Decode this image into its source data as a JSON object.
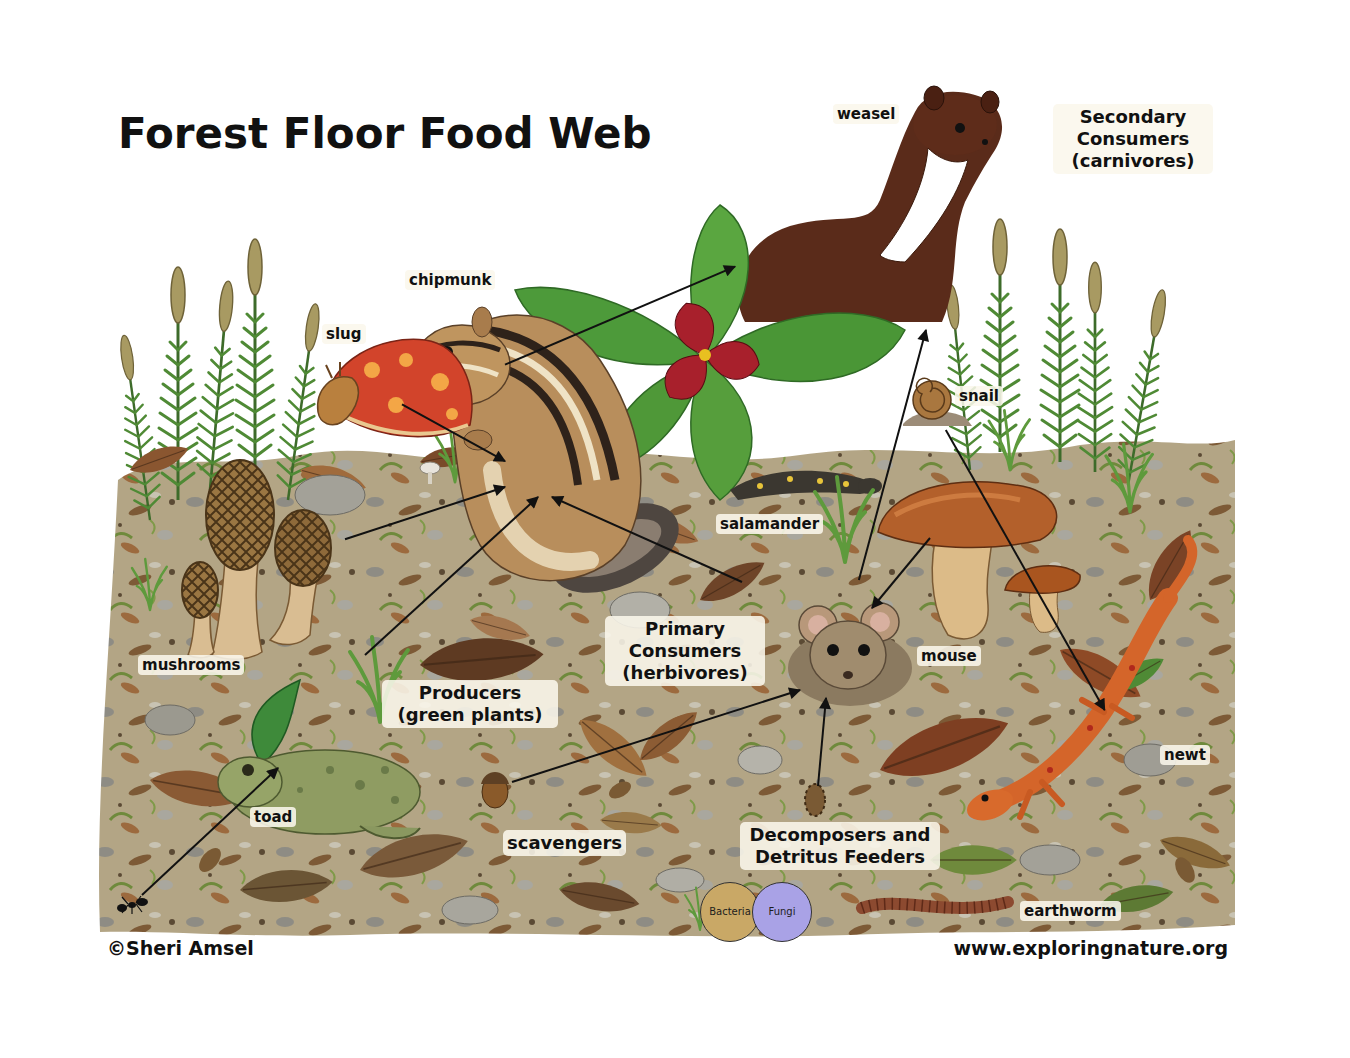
{
  "diagram": {
    "title": "Forest Floor Food Web",
    "nodes": [
      {
        "text": [
          "weasel"
        ]
      },
      {
        "text": [
          "chipmunk"
        ]
      },
      {
        "text": [
          "slug"
        ]
      },
      {
        "text": [
          "snail"
        ]
      },
      {
        "text": [
          "salamander"
        ]
      },
      {
        "text": [
          "mushrooms"
        ]
      },
      {
        "text": [
          "mouse"
        ]
      },
      {
        "text": [
          "newt"
        ]
      },
      {
        "text": [
          "toad"
        ]
      },
      {
        "text": [
          "Bacteria"
        ]
      },
      {
        "text": [
          "Fungi"
        ]
      },
      {
        "text": [
          "earthworm"
        ]
      }
    ],
    "edges": [
      {
        "from": 1,
        "to": 0,
        "arrow": "to"
      },
      {
        "from": 6,
        "to": 0,
        "arrow": "to"
      },
      {
        "from": 2,
        "to": 1,
        "arrow": "to"
      },
      {
        "from": 5,
        "to": 1,
        "arrow": "to"
      },
      {
        "from": 3,
        "to": 7,
        "arrow": "to"
      }
    ],
    "labels": [
      "Secondary Consumers (carnivores)",
      "Primary Consumers (herbivores)",
      "Producers (green plants)",
      "scavengers",
      "Decomposers and Detritus Feeders",
      "©Sheri Amsel",
      "www.exploringnature.org"
    ]
  }
}
